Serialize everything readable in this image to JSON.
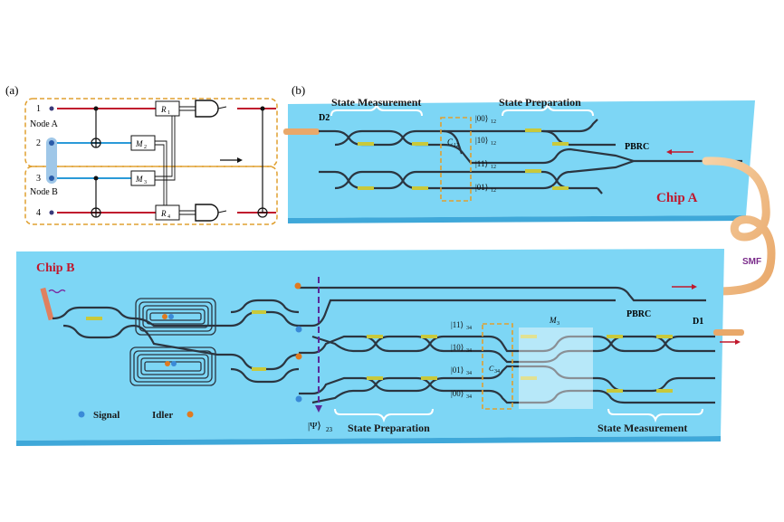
{
  "panel_a": {
    "label": "(a)",
    "nodes": [
      "Node A",
      "Node B"
    ],
    "lines": [
      "1",
      "2",
      "3",
      "4"
    ],
    "boxes": [
      "R",
      "M",
      "M",
      "R"
    ],
    "box_subs": [
      "1",
      "2",
      "3",
      "4"
    ]
  },
  "panel_b": {
    "label": "(b)",
    "headers": [
      "State Measurement",
      "State Preparation"
    ],
    "detector": "D2",
    "coupler": "C",
    "coupler_sub": "12",
    "states": [
      "|00⟩",
      "|10⟩",
      "|11⟩",
      "|01⟩"
    ],
    "state_sub": "12",
    "pbrc": "PBRC",
    "chip": "Chip A"
  },
  "fiber": "SMF",
  "panel_c": {
    "chip": "Chip B",
    "pbrc": "PBRC",
    "detector": "D1",
    "measure_box": "M",
    "measure_sub": "3",
    "coupler": "C",
    "coupler_sub": "34",
    "states": [
      "|11⟩",
      "|10⟩",
      "|01⟩",
      "|00⟩"
    ],
    "state_sub": "34",
    "psi": "|Ψ⟩",
    "psi_sub": "23",
    "legend": [
      "Signal",
      "Idler"
    ],
    "footers": [
      "State Preparation",
      "State Measurement"
    ]
  },
  "colors": {
    "chip": "#7dd6f5",
    "chip_side": "#3fa8d9",
    "waveguide": "#2b3540",
    "heater": "#c9c93a",
    "red_line": "#c0182d",
    "blue_line": "#2a9ad8",
    "dashed_box": "#e0a030",
    "chip_label": "#c0182d",
    "fiber": "#f0c090",
    "psi_line": "#5b2a9a"
  }
}
